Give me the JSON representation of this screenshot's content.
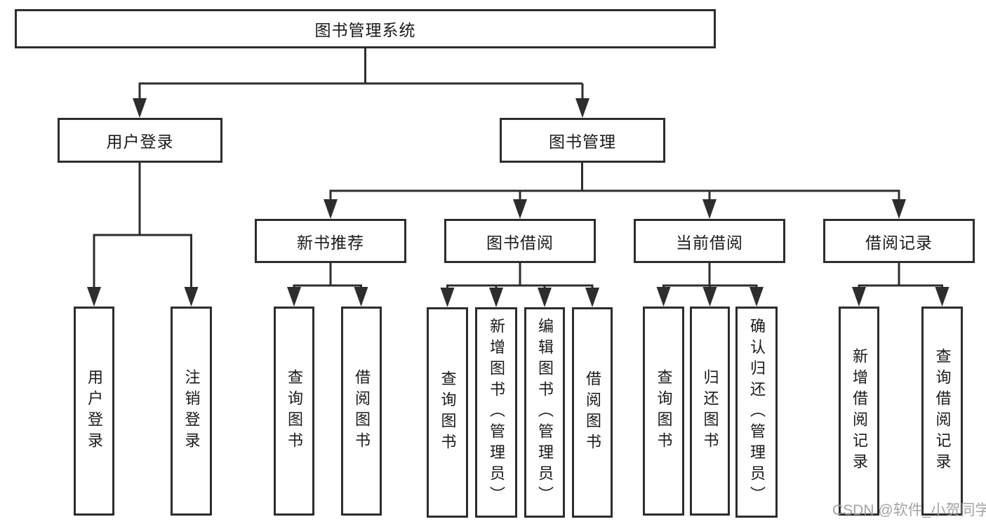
{
  "diagram": {
    "root": {
      "label": "图书管理系统"
    },
    "level1": [
      {
        "label": "用户登录",
        "leaves": [
          {
            "label": "用户登录"
          },
          {
            "label": "注销登录"
          }
        ]
      },
      {
        "label": "图书管理"
      }
    ],
    "level2": [
      {
        "label": "新书推荐",
        "leaves": [
          {
            "label": "查询图书"
          },
          {
            "label": "借阅图书"
          }
        ]
      },
      {
        "label": "图书借阅",
        "leaves": [
          {
            "label": "查询图书"
          },
          {
            "label": "新增图书（管理员）"
          },
          {
            "label": "编辑图书（管理员）"
          },
          {
            "label": "借阅图书"
          }
        ]
      },
      {
        "label": "当前借阅",
        "leaves": [
          {
            "label": "查询图书"
          },
          {
            "label": "归还图书"
          },
          {
            "label": "确认归还（管理员）"
          }
        ]
      },
      {
        "label": "借阅记录",
        "leaves": [
          {
            "label": "新增借阅记录"
          },
          {
            "label": "查询借阅记录"
          }
        ]
      }
    ]
  },
  "watermark": {
    "text": "CSDN @软件_小贺同学"
  },
  "colors": {
    "line": "#2d2d2d",
    "text": "#1a1a1a",
    "watermark": "#9e9e9e",
    "background": "#ffffff"
  }
}
